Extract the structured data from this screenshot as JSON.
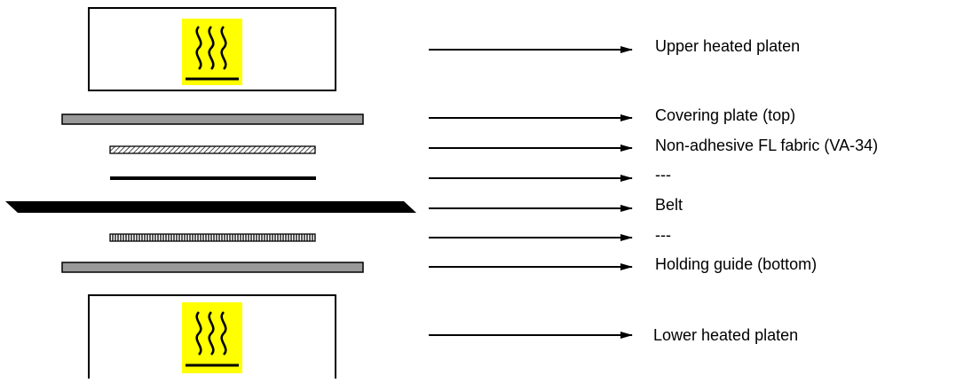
{
  "labels": {
    "upper_platen": "Upper heated platen",
    "covering_plate": "Covering plate (top)",
    "fabric": "Non-adhesive FL fabric (VA-34)",
    "layer_a": "---",
    "belt": "Belt",
    "layer_b": "---",
    "holding_guide": "Holding guide (bottom)",
    "lower_platen": "Lower heated platen"
  },
  "icons": {
    "heat": "heat-symbol-icon"
  },
  "colors": {
    "heat_icon_background": "#ffff00",
    "plate_gray": "#999999",
    "belt": "#000000",
    "outline": "#000000"
  }
}
